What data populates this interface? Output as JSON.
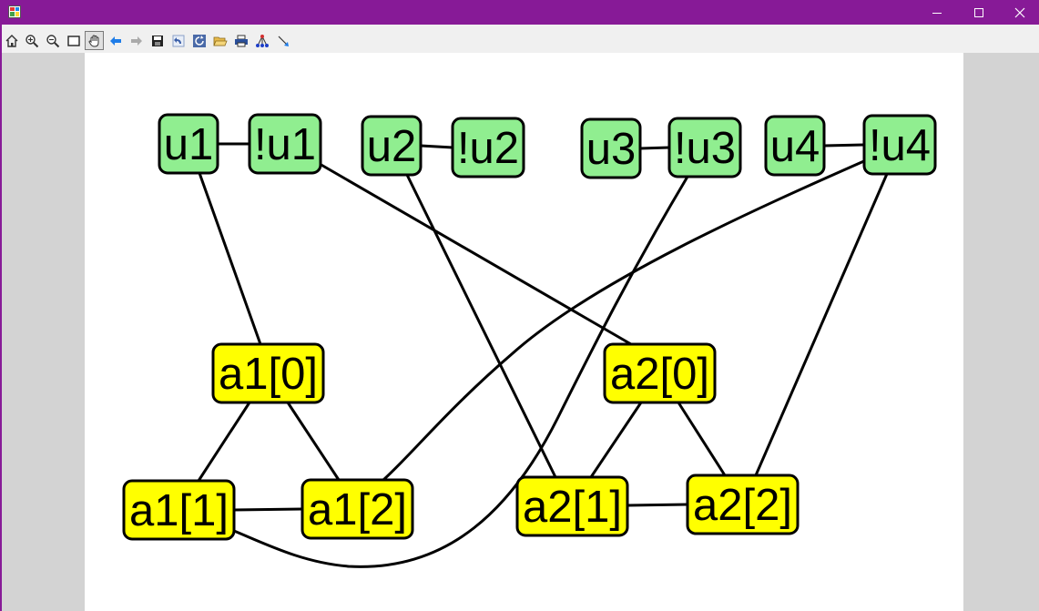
{
  "window": {
    "controls": {
      "minimize": "minimize",
      "maximize": "maximize",
      "close": "close"
    },
    "colors": {
      "titlebar": "#871a97"
    }
  },
  "toolbar": {
    "buttons": [
      {
        "name": "home-icon"
      },
      {
        "name": "zoom-in-icon"
      },
      {
        "name": "zoom-out-icon"
      },
      {
        "name": "zoom-rect-icon"
      },
      {
        "name": "pan-hand-icon",
        "active": true
      },
      {
        "name": "back-arrow-icon"
      },
      {
        "name": "forward-arrow-icon"
      },
      {
        "name": "save-icon"
      },
      {
        "name": "undo-icon"
      },
      {
        "name": "redo-icon"
      },
      {
        "name": "open-folder-icon"
      },
      {
        "name": "print-icon"
      },
      {
        "name": "layout-graph-icon"
      },
      {
        "name": "edge-insert-icon"
      }
    ]
  },
  "graph": {
    "colors": {
      "green": "#90ee90",
      "yellow": "#ffff00",
      "edge": "#000000"
    },
    "nodes": [
      {
        "id": "u1",
        "label": "u1",
        "color": "green"
      },
      {
        "id": "nu1",
        "label": "!u1",
        "color": "green"
      },
      {
        "id": "u2",
        "label": "u2",
        "color": "green"
      },
      {
        "id": "nu2",
        "label": "!u2",
        "color": "green"
      },
      {
        "id": "u3",
        "label": "u3",
        "color": "green"
      },
      {
        "id": "nu3",
        "label": "!u3",
        "color": "green"
      },
      {
        "id": "u4",
        "label": "u4",
        "color": "green"
      },
      {
        "id": "nu4",
        "label": "!u4",
        "color": "green"
      },
      {
        "id": "a10",
        "label": "a1[0]",
        "color": "yellow"
      },
      {
        "id": "a20",
        "label": "a2[0]",
        "color": "yellow"
      },
      {
        "id": "a11",
        "label": "a1[1]",
        "color": "yellow"
      },
      {
        "id": "a12",
        "label": "a1[2]",
        "color": "yellow"
      },
      {
        "id": "a21",
        "label": "a2[1]",
        "color": "yellow"
      },
      {
        "id": "a22",
        "label": "a2[2]",
        "color": "yellow"
      }
    ],
    "edges": [
      [
        "u1",
        "nu1"
      ],
      [
        "u2",
        "nu2"
      ],
      [
        "u3",
        "nu3"
      ],
      [
        "u4",
        "nu4"
      ],
      [
        "u1",
        "a10"
      ],
      [
        "nu1",
        "a20"
      ],
      [
        "u2",
        "a21"
      ],
      [
        "nu3",
        "a11"
      ],
      [
        "nu4",
        "a12"
      ],
      [
        "nu4",
        "a22"
      ],
      [
        "a10",
        "a11"
      ],
      [
        "a10",
        "a12"
      ],
      [
        "a11",
        "a12"
      ],
      [
        "a20",
        "a21"
      ],
      [
        "a20",
        "a22"
      ],
      [
        "a21",
        "a22"
      ]
    ]
  }
}
